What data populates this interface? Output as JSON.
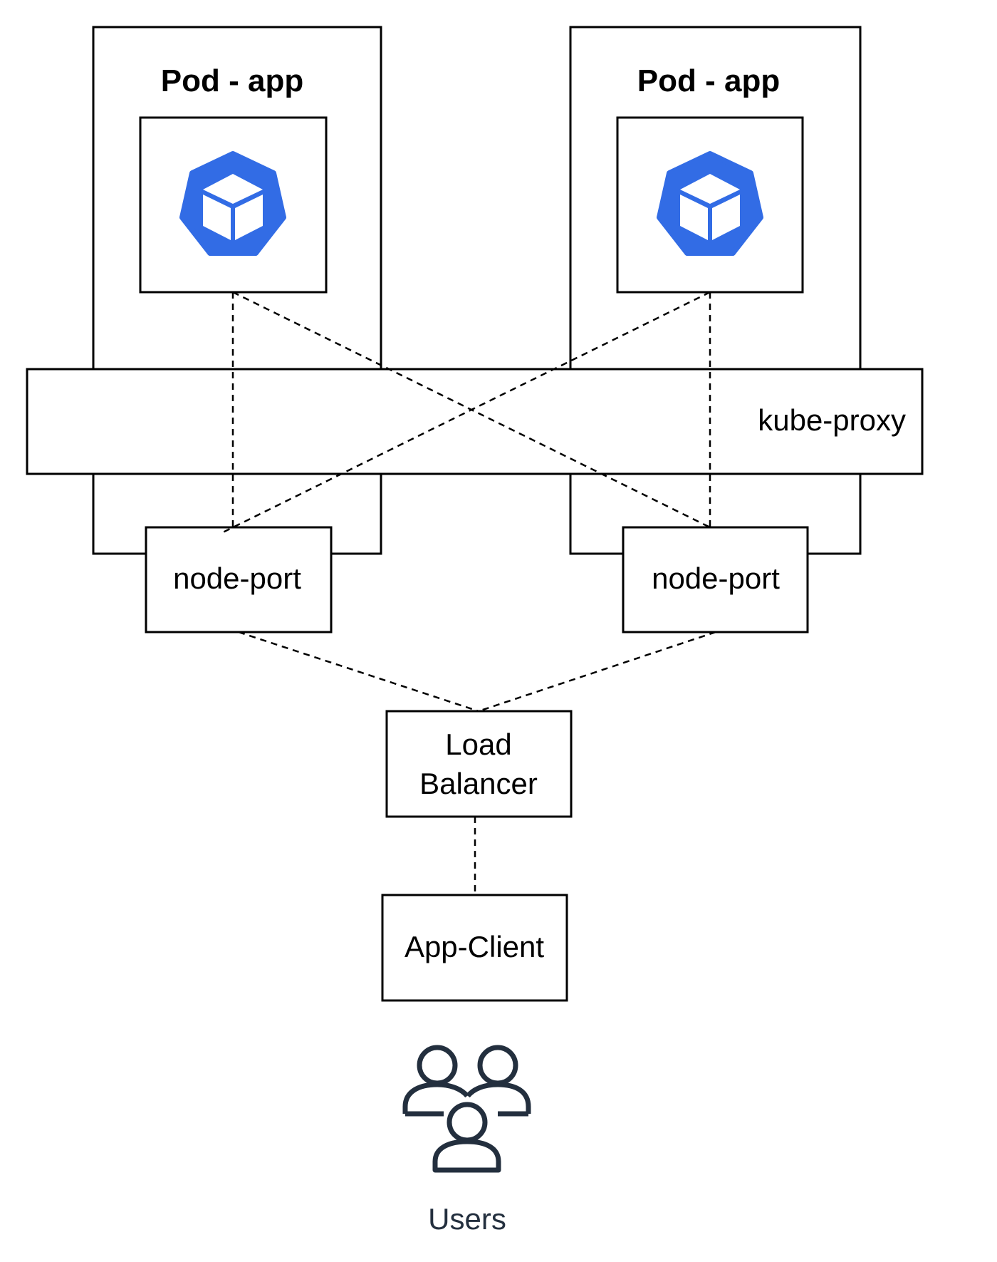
{
  "pods": [
    {
      "title": "Pod - app",
      "icon": "kubernetes-cube-icon",
      "icon_color": "#326ce5"
    },
    {
      "title": "Pod - app",
      "icon": "kubernetes-cube-icon",
      "icon_color": "#326ce5"
    }
  ],
  "proxy": {
    "label": "kube-proxy"
  },
  "node_ports": [
    {
      "label": "node-port"
    },
    {
      "label": "node-port"
    }
  ],
  "load_balancer": {
    "line1": "Load",
    "line2": "Balancer"
  },
  "client": {
    "label": "App-Client"
  },
  "users": {
    "label": "Users",
    "icon": "users-icon",
    "icon_color": "#232f3e"
  }
}
